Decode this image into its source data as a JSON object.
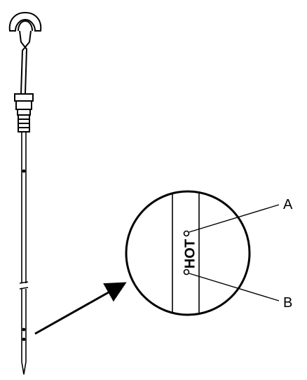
{
  "diagram": {
    "callouts": {
      "a": "A",
      "b": "B"
    },
    "marking_text": "HOT",
    "line_color": "#000000",
    "background": "#ffffff"
  }
}
